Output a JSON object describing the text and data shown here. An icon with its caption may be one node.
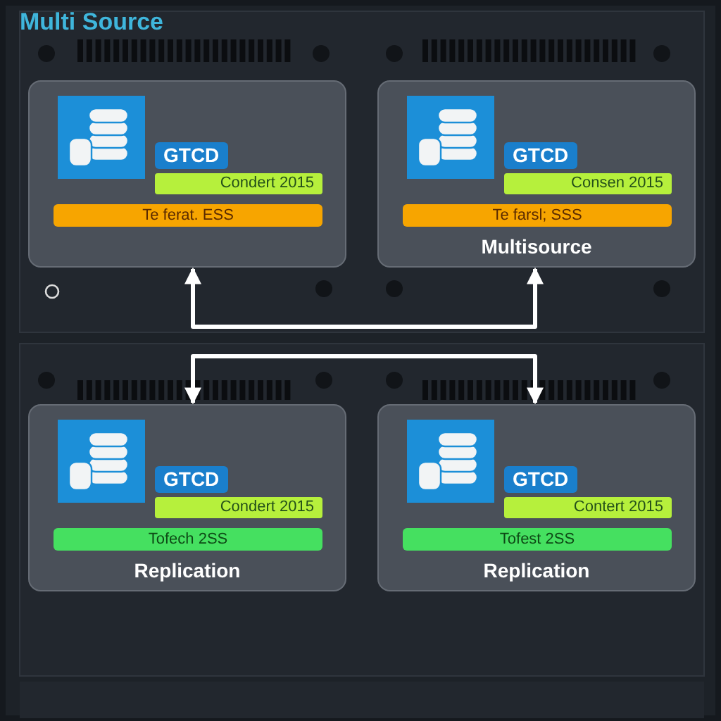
{
  "diagram": {
    "title": "Multi Source",
    "nodes": [
      {
        "text": [
          "GTCD",
          "Condert 2015",
          "Te ferat. ESS"
        ]
      },
      {
        "text": [
          "GTCD",
          "Consen 2015",
          "Te farsl; SSS",
          "Multisource"
        ]
      },
      {
        "text": [
          "GTCD",
          "Condert 2015",
          "Tofech 2SS",
          "Replication"
        ]
      },
      {
        "text": [
          "GTCD",
          "Contert 2015",
          "Tofest 2SS",
          "Replication"
        ]
      }
    ],
    "edges": [
      {
        "from": 0,
        "to": 1,
        "arrow": "both"
      },
      {
        "from": 2,
        "to": 3,
        "arrow": "both"
      }
    ]
  }
}
